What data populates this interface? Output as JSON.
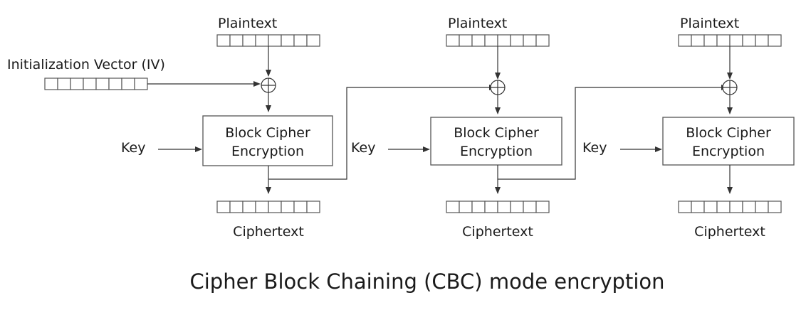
{
  "diagram": {
    "caption": "Cipher Block Chaining (CBC) mode encryption",
    "iv_label": "Initialization Vector (IV)",
    "stages": [
      {
        "plaintext_label": "Plaintext",
        "cipher_line1": "Block Cipher",
        "cipher_line2": "Encryption",
        "key_label": "Key",
        "ciphertext_label": "Ciphertext"
      },
      {
        "plaintext_label": "Plaintext",
        "cipher_line1": "Block Cipher",
        "cipher_line2": "Encryption",
        "key_label": "Key",
        "ciphertext_label": "Ciphertext"
      },
      {
        "plaintext_label": "Plaintext",
        "cipher_line1": "Block Cipher",
        "cipher_line2": "Encryption",
        "key_label": "Key",
        "ciphertext_label": "Ciphertext"
      }
    ]
  }
}
